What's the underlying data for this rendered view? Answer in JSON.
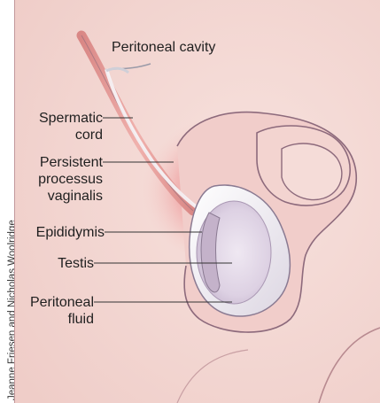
{
  "credit": "Jeanne Friesen and Nicholas Woolridge",
  "labels": {
    "peritoneal_cavity": "Peritoneal cavity",
    "spermatic_cord_line1": "Spermatic",
    "spermatic_cord_line2": "cord",
    "persistent_line1": "Persistent",
    "persistent_line2": "processus",
    "persistent_line3": "vaginalis",
    "epididymis": "Epididymis",
    "testis": "Testis",
    "peritoneal_fluid_line1": "Peritoneal",
    "peritoneal_fluid_line2": "fluid"
  },
  "colors": {
    "skin": "#f3d6d2",
    "skin_shadow": "#e8b8b4",
    "inflamed": "#e86a6e",
    "outline": "#7a5a6e",
    "testis": "#e4dbe9",
    "sac": "#f2f2f6",
    "cord": "#e59a98",
    "leader": "#333333"
  }
}
